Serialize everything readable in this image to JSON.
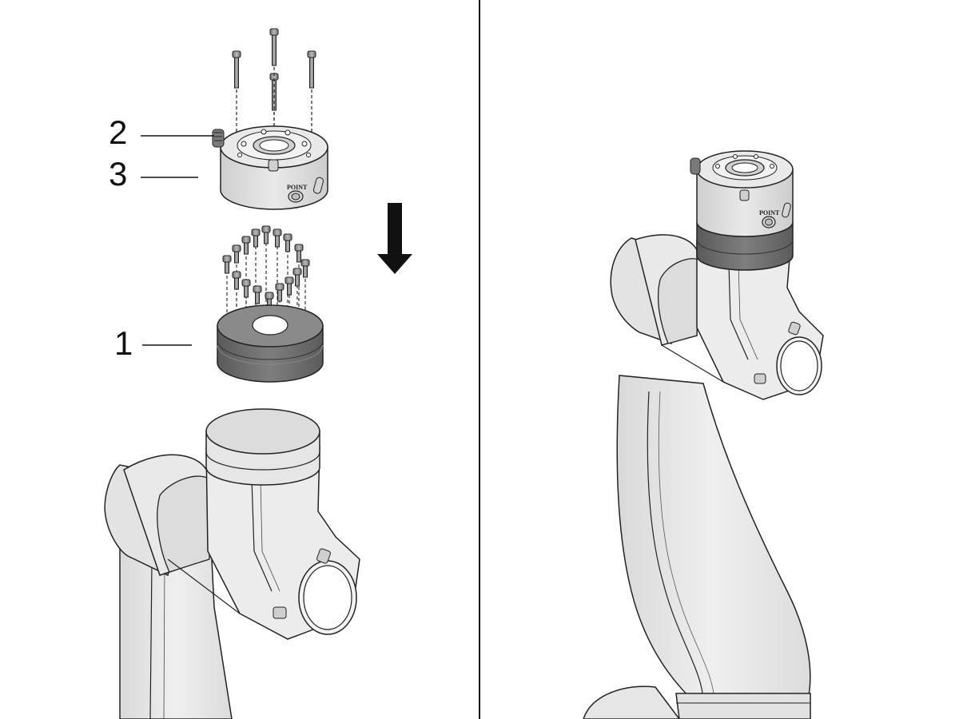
{
  "callouts": {
    "item_2": "2",
    "item_3": "3",
    "item_1": "1"
  },
  "labels": {
    "point_left": "POINT",
    "point_right": "POINT"
  },
  "colors": {
    "line": "#222222",
    "light_gray": "#e6e6e6",
    "mid_gray": "#c9c9c9",
    "dark_gray": "#7a7a7a",
    "darker_gray": "#5e5e5e",
    "screw": "#8a8a8a"
  }
}
